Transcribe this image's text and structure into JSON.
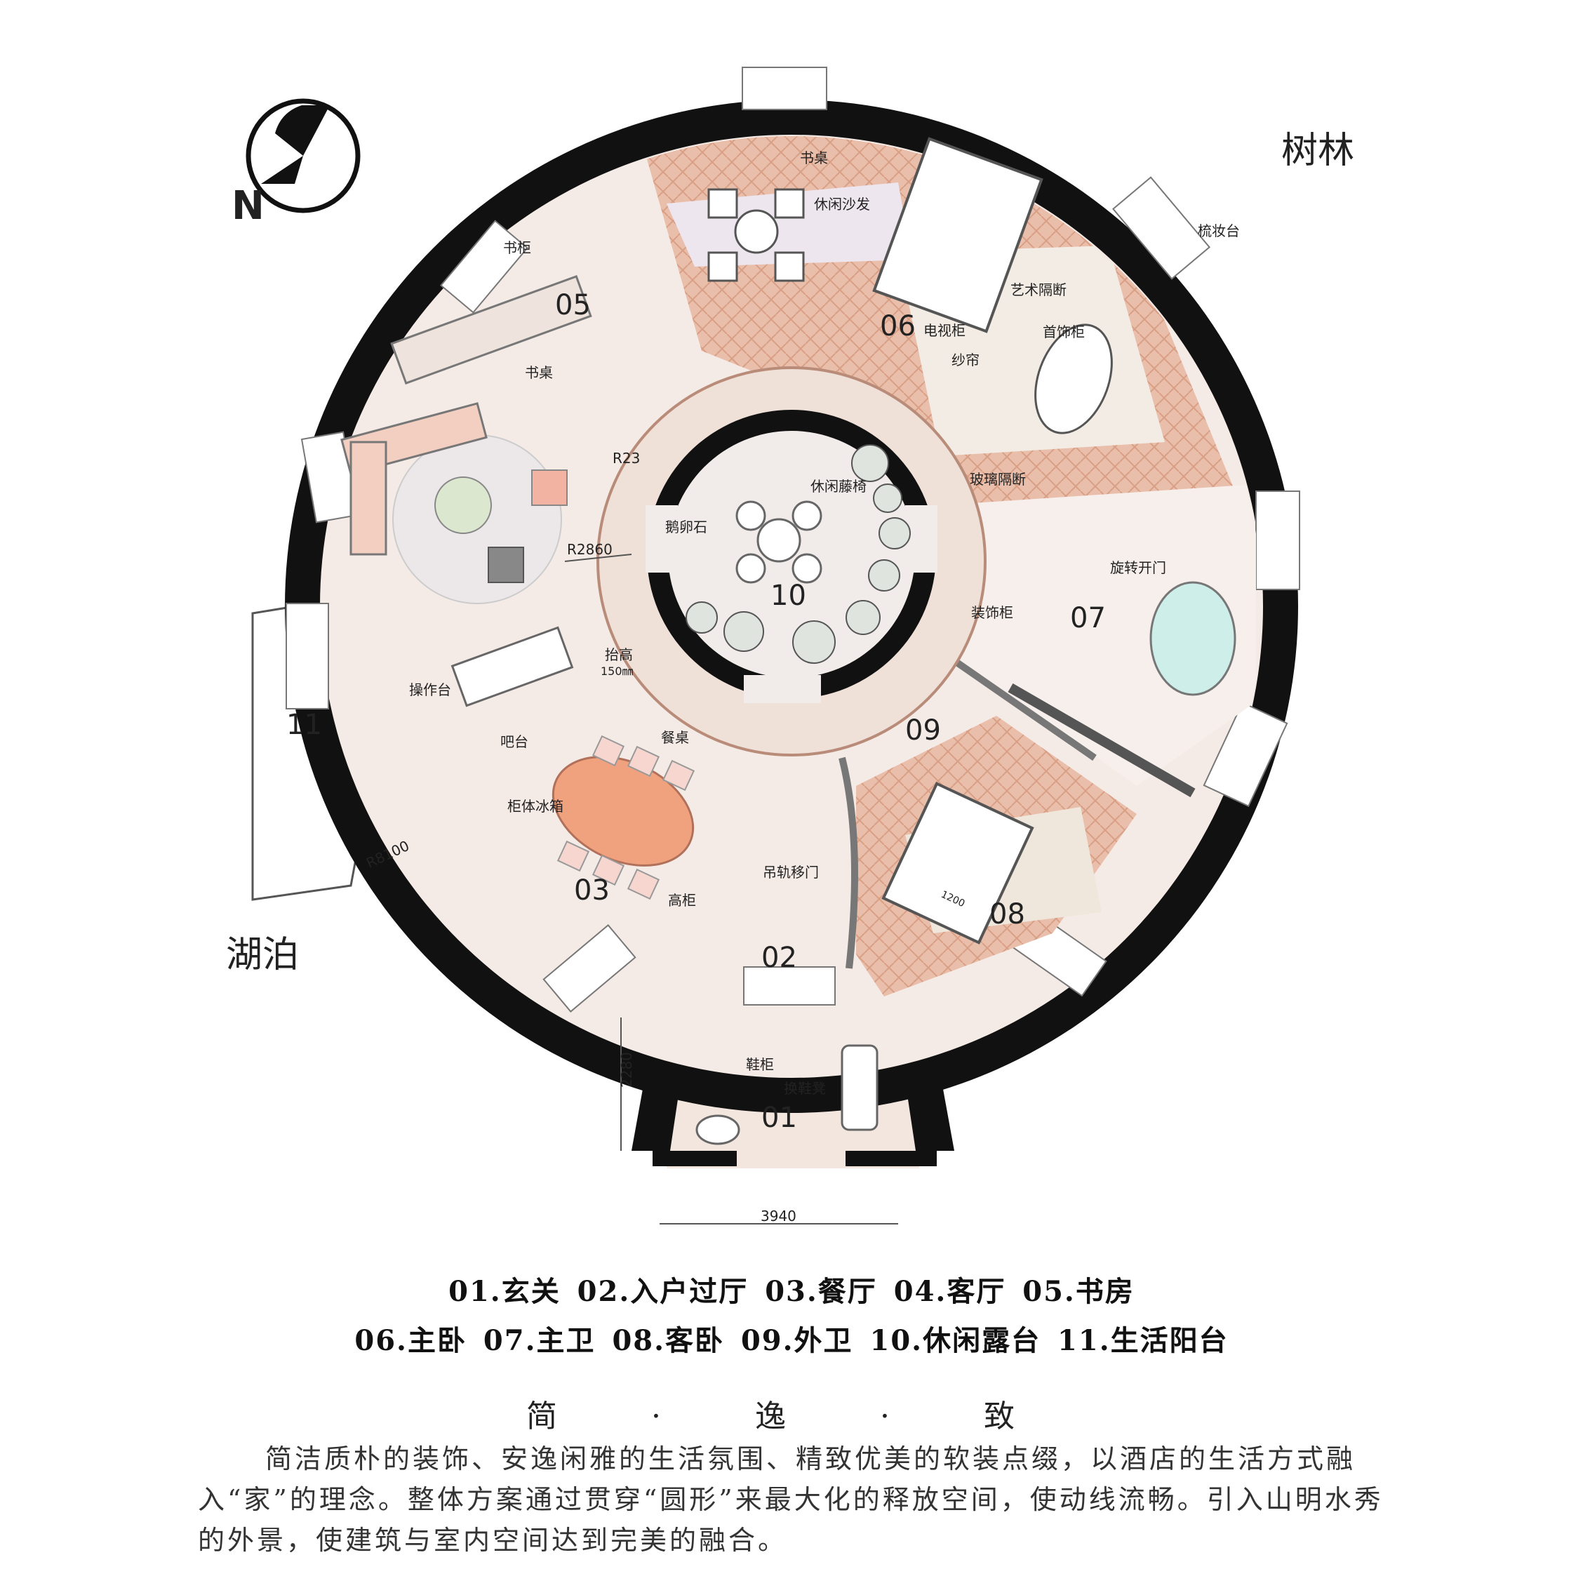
{
  "compass": {
    "north_label": "N"
  },
  "context_labels": {
    "forest": "树林",
    "lake": "湖泊"
  },
  "rooms": {
    "r01": "01",
    "r02": "02",
    "r03": "03",
    "r05": "05",
    "r06": "06",
    "r07": "07",
    "r08": "08",
    "r09": "09",
    "r10": "10",
    "r11": "11"
  },
  "annotations": {
    "desk_top": "书桌",
    "leisure_sofa": "休闲沙发",
    "dresser": "梳妆台",
    "art_partition": "艺术隔断",
    "tv_cabinet": "电视柜",
    "jewelry_cabinet": "首饰柜",
    "curtain": "纱帘",
    "glass_partition": "玻璃隔断",
    "bookcase": "书柜",
    "desk_study": "书桌",
    "leisure_rattan": "休闲藤椅",
    "pebbles": "鹅卵石",
    "rotating_door": "旋转开门",
    "deco_cabinet": "装饰柜",
    "raised": "抬高",
    "raised_value": "150㎜",
    "counter": "操作台",
    "bar": "吧台",
    "dining_table": "餐桌",
    "fridge": "柜体冰箱",
    "track_door": "吊轨移门",
    "tall_cabinet": "高柜",
    "shoe_cabinet": "鞋柜",
    "shoe_bench": "换鞋凳"
  },
  "dimensions": {
    "r_inner": "R2860",
    "r_small": "R23",
    "r_outer": "R8100",
    "entry_depth": "2280",
    "entry_width": "3940",
    "bed_dim": "1200"
  },
  "legend": {
    "line1": [
      "01.玄关",
      "02.入户过厅",
      "03.餐厅",
      "04.客厅",
      "05.书房"
    ],
    "line2": [
      "06.主卧",
      "07.主卫",
      "08.客卧",
      "09.外卫",
      "10.休闲露台",
      "11.生活阳台"
    ]
  },
  "subtitle": "简 · 逸 · 致",
  "description": "简洁质朴的装饰、安逸闲雅的生活氛围、精致优美的软装点缀，以酒店的生活方式融入“家”的理念。整体方案通过贯穿“圆形”来最大化的释放空间，使动线流畅。引入山明水秀的外景，使建筑与室内空间达到完美的融合。",
  "colors": {
    "wall": "#111111",
    "floor": "#f3e6df",
    "wood": "#e8b9a3",
    "water": "#cdeee9",
    "table": "#f0a27e",
    "accent": "#b8862f"
  }
}
